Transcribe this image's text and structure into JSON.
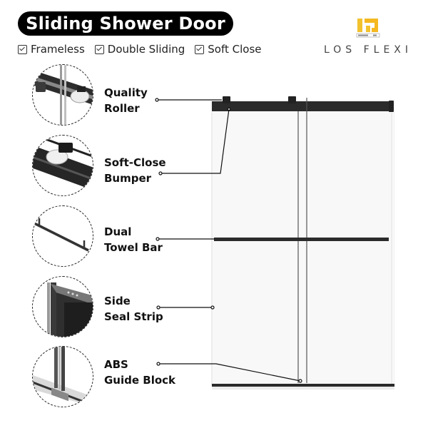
{
  "header": {
    "title": "Sliding Shower Door",
    "features": [
      {
        "icon": "checkbox-checked-icon",
        "label": "Frameless"
      },
      {
        "icon": "checkbox-checked-icon",
        "label": "Double Sliding"
      },
      {
        "icon": "checkbox-checked-icon",
        "label": "Soft Close"
      }
    ]
  },
  "brand": {
    "logo_icon": "los-flexi-logo-icon",
    "name": "LOS FLEXI",
    "logo_color": "#f2c22e"
  },
  "callouts": [
    {
      "line1": "Quality",
      "line2": "Roller",
      "detail_icon": "roller-detail-icon"
    },
    {
      "line1": "Soft-Close",
      "line2": "Bumper",
      "detail_icon": "bumper-detail-icon"
    },
    {
      "line1": "Dual",
      "line2": "Towel Bar",
      "detail_icon": "towel-bar-detail-icon"
    },
    {
      "line1": "Side",
      "line2": "Seal Strip",
      "detail_icon": "seal-strip-detail-icon"
    },
    {
      "line1": "ABS",
      "line2": "Guide Block",
      "detail_icon": "guide-block-detail-icon"
    }
  ],
  "colors": {
    "pill_bg": "#000000",
    "hardware": "#2b2b2b",
    "glass": "#f8f8f8"
  }
}
